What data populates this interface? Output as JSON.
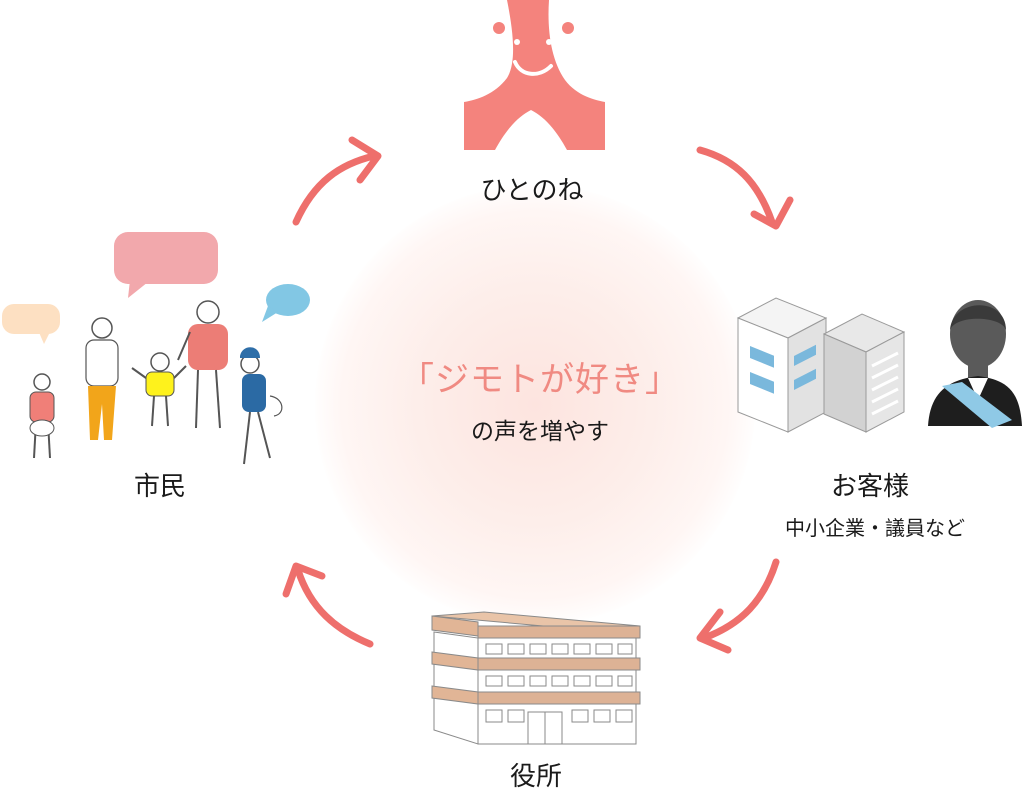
{
  "center": {
    "title": "「ジモトが好き」",
    "subtitle": "の声を増やす"
  },
  "nodes": {
    "top": {
      "label": "ひとのね",
      "icon": "hitonone-logo-icon"
    },
    "right": {
      "label": "お客様",
      "sublabel": "中小企業・議員など",
      "icon": "client-buildings-icon"
    },
    "bottom": {
      "label": "役所",
      "icon": "city-hall-building-icon"
    },
    "left": {
      "label": "市民",
      "icon": "citizens-group-icon"
    }
  },
  "colors": {
    "arrow": "#ee6f6c",
    "logo": "#f4837d",
    "center_text": "#f08a82"
  }
}
